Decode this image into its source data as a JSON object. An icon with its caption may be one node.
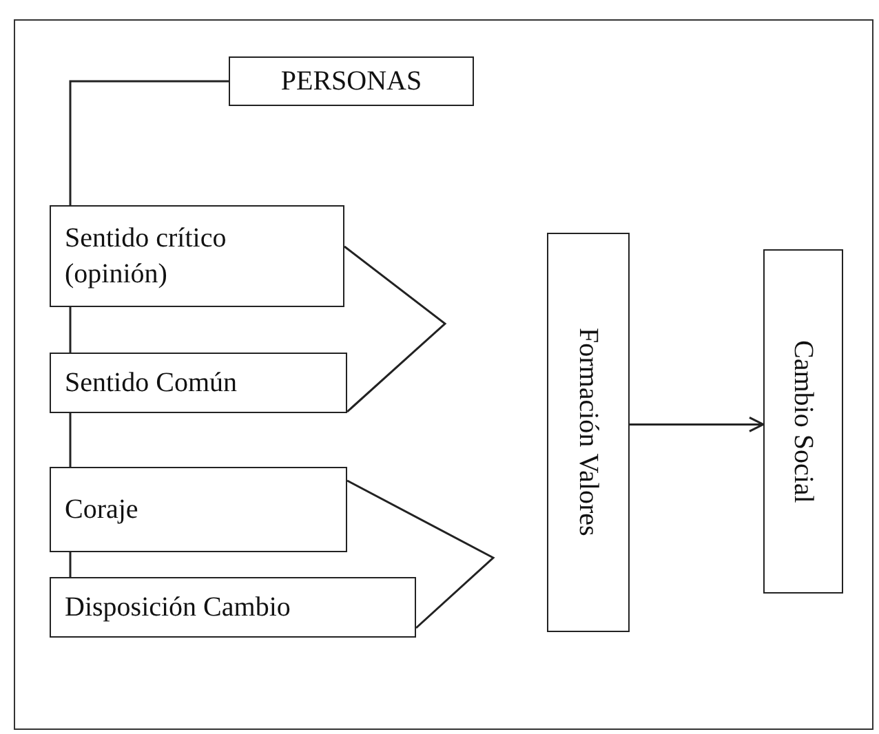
{
  "diagram": {
    "nodes": [
      {
        "text": [
          "PERSONAS"
        ]
      },
      {
        "text": [
          "Sentido crítico (opinión)"
        ]
      },
      {
        "text": [
          "Sentido Común"
        ]
      },
      {
        "text": [
          "Coraje"
        ]
      },
      {
        "text": [
          "Disposición Cambio"
        ]
      },
      {
        "text": [
          "Formación Valores"
        ]
      },
      {
        "text": [
          "Cambio Social"
        ]
      }
    ],
    "edges": [
      {
        "from": 0,
        "to": 1,
        "arrow": "none"
      },
      {
        "from": 1,
        "to": 2,
        "arrow": "none"
      },
      {
        "from": 2,
        "to": 3,
        "arrow": "none"
      },
      {
        "from": 3,
        "to": 4,
        "arrow": "none"
      },
      {
        "from": 5,
        "to": 6,
        "arrow": "to"
      }
    ]
  }
}
